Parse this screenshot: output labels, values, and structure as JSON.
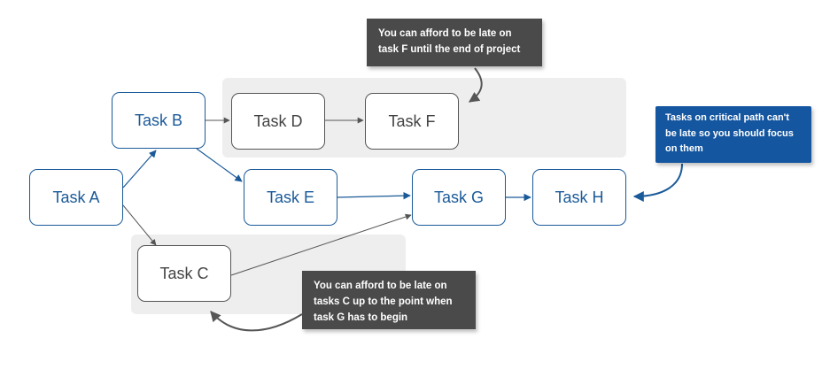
{
  "tasks": {
    "a": "Task A",
    "b": "Task B",
    "c": "Task C",
    "d": "Task D",
    "e": "Task E",
    "f": "Task F",
    "g": "Task G",
    "h": "Task H"
  },
  "callouts": {
    "task_f_slack": [
      "You can afford to be late on",
      "task F until the end of project"
    ],
    "task_c_slack": [
      "You can afford to be late on",
      "tasks C up to the point when",
      "task G has to begin"
    ],
    "critical_path": [
      "Tasks on critical path can't",
      "be late so you should focus",
      "on them"
    ]
  },
  "colors": {
    "critical": "#1a5a99",
    "slack": "#555555",
    "zone": "#eeeeee",
    "callout_dark": "#4a4a4a",
    "callout_blue": "#1456a0"
  }
}
